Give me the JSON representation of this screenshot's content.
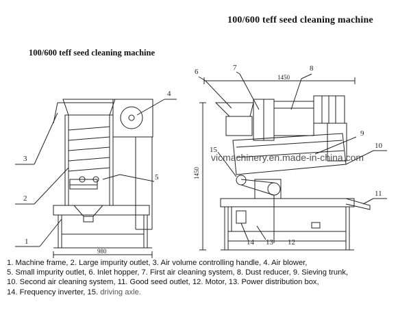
{
  "header": {
    "title": "100/600 teff seed cleaning machine",
    "subtitle": "100/600 teff seed cleaning machine"
  },
  "watermark": "vicmachinery.en.made-in-china.com",
  "dimensions": {
    "width_label": "1450",
    "height_label": "1450",
    "base_label": "980"
  },
  "callouts": {
    "c1": "1",
    "c2": "2",
    "c3": "3",
    "c4": "4",
    "c5": "5",
    "c6": "6",
    "c7": "7",
    "c8": "8",
    "c9": "9",
    "c10": "10",
    "c11": "11",
    "c12": "12",
    "c13": "13",
    "c14": "14",
    "c15": "15"
  },
  "legend": {
    "line1": "1. Machine frame, 2. Large impurity outlet, 3.  Air volume controlling handle, 4. Air blower,",
    "line2": "5. Small impurity outlet, 6. Inlet hopper, 7. First air cleaning system, 8. Dust reducer, 9. Sieving trunk,",
    "line3": "10. Second air cleaning system, 11. Good seed outlet, 12. Motor, 13. Power distribution box,",
    "line4_a": "14. Frequency inverter, 15. ",
    "line4_b": "driving axle."
  },
  "colors": {
    "ink": "#222222",
    "legend_accent": "#555555"
  }
}
